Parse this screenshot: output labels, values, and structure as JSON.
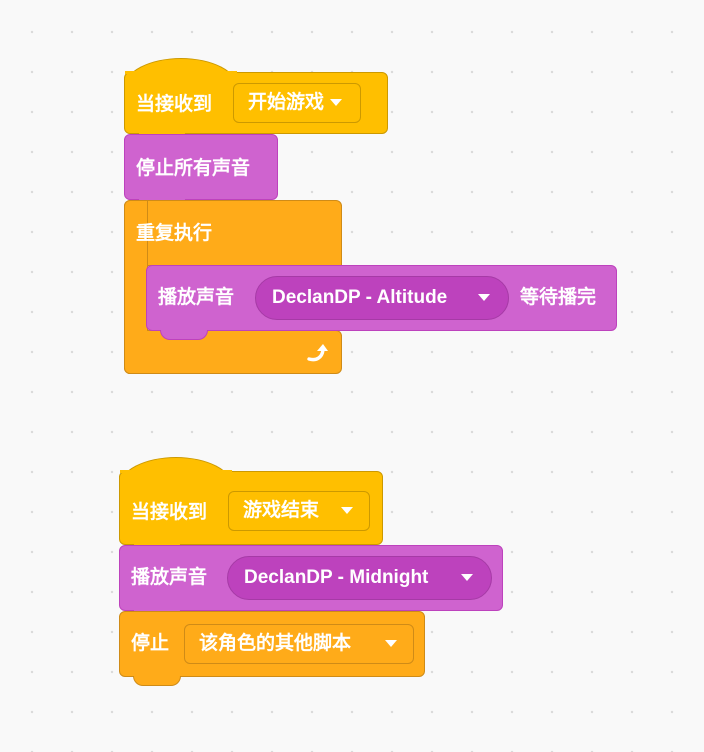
{
  "scripts": [
    {
      "hat_block": {
        "label": "当接收到",
        "message": "开始游戏"
      },
      "stop_all_sounds": {
        "label": "停止所有声音"
      },
      "forever_block": {
        "label": "重复执行",
        "loop_icon": "loop-arrow-icon"
      },
      "play_until_done": {
        "label": "播放声音",
        "sound": "DeclanDP - Altitude",
        "suffix": "等待播完"
      }
    },
    {
      "hat_block": {
        "label": "当接收到",
        "message": "游戏结束"
      },
      "start_sound": {
        "label": "播放声音",
        "sound": "DeclanDP - Midnight"
      },
      "stop_block": {
        "label": "停止",
        "option": "该角色的其他脚本"
      }
    }
  ],
  "colors": {
    "events": "#ffbf00",
    "control": "#ffab19",
    "sound": "#cf63cf",
    "sound_menu": "#bd42bd",
    "canvas": "#f9f9f9"
  }
}
